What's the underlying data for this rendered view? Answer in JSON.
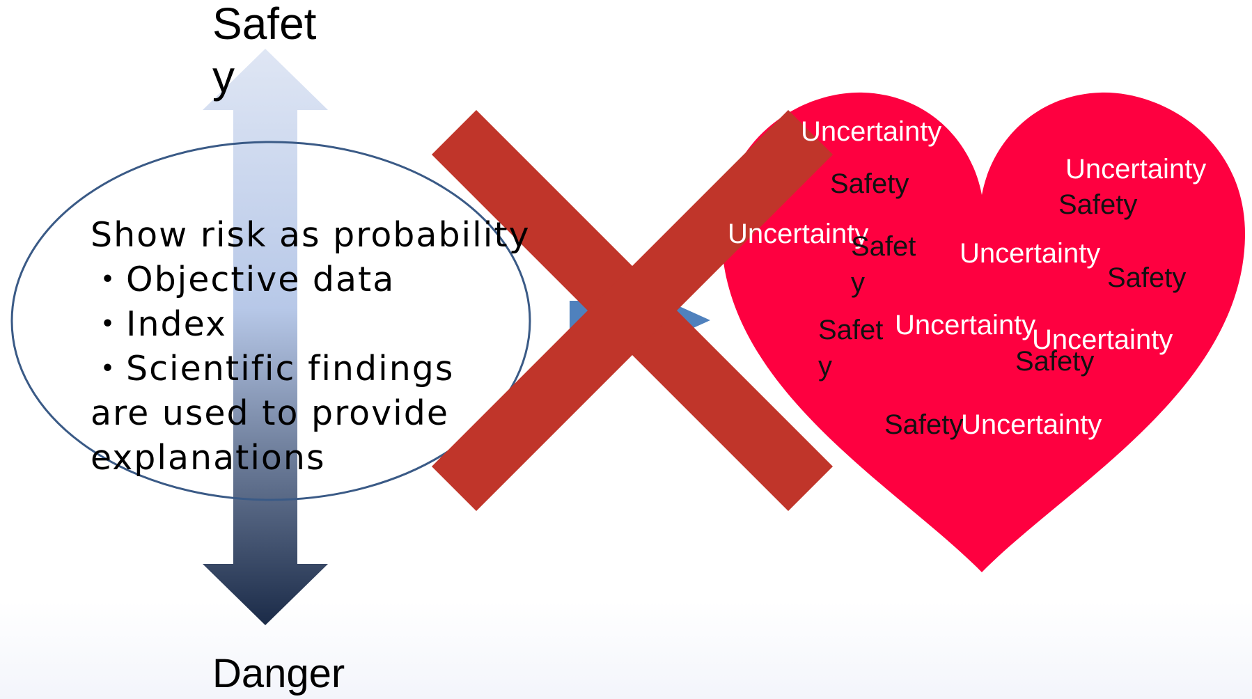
{
  "scale": {
    "top_label": "Safety",
    "bottom_label": "Danger"
  },
  "ellipse": {
    "lines": [
      "Show risk as probability",
      "・Objective data",
      "・Index",
      "・Scientific findings",
      "are used to provide",
      "explanations"
    ]
  },
  "heart": {
    "uncertainty_word": "Uncertainty",
    "safety_word": "Safety"
  },
  "colors": {
    "heart": "#fe0040",
    "cross": "#c0352a",
    "ellipse_border": "#3a5a86",
    "arrow_top": "#dfe6f4",
    "arrow_bottom": "#1b2b48",
    "connector_arrow": "#4f81bd"
  }
}
